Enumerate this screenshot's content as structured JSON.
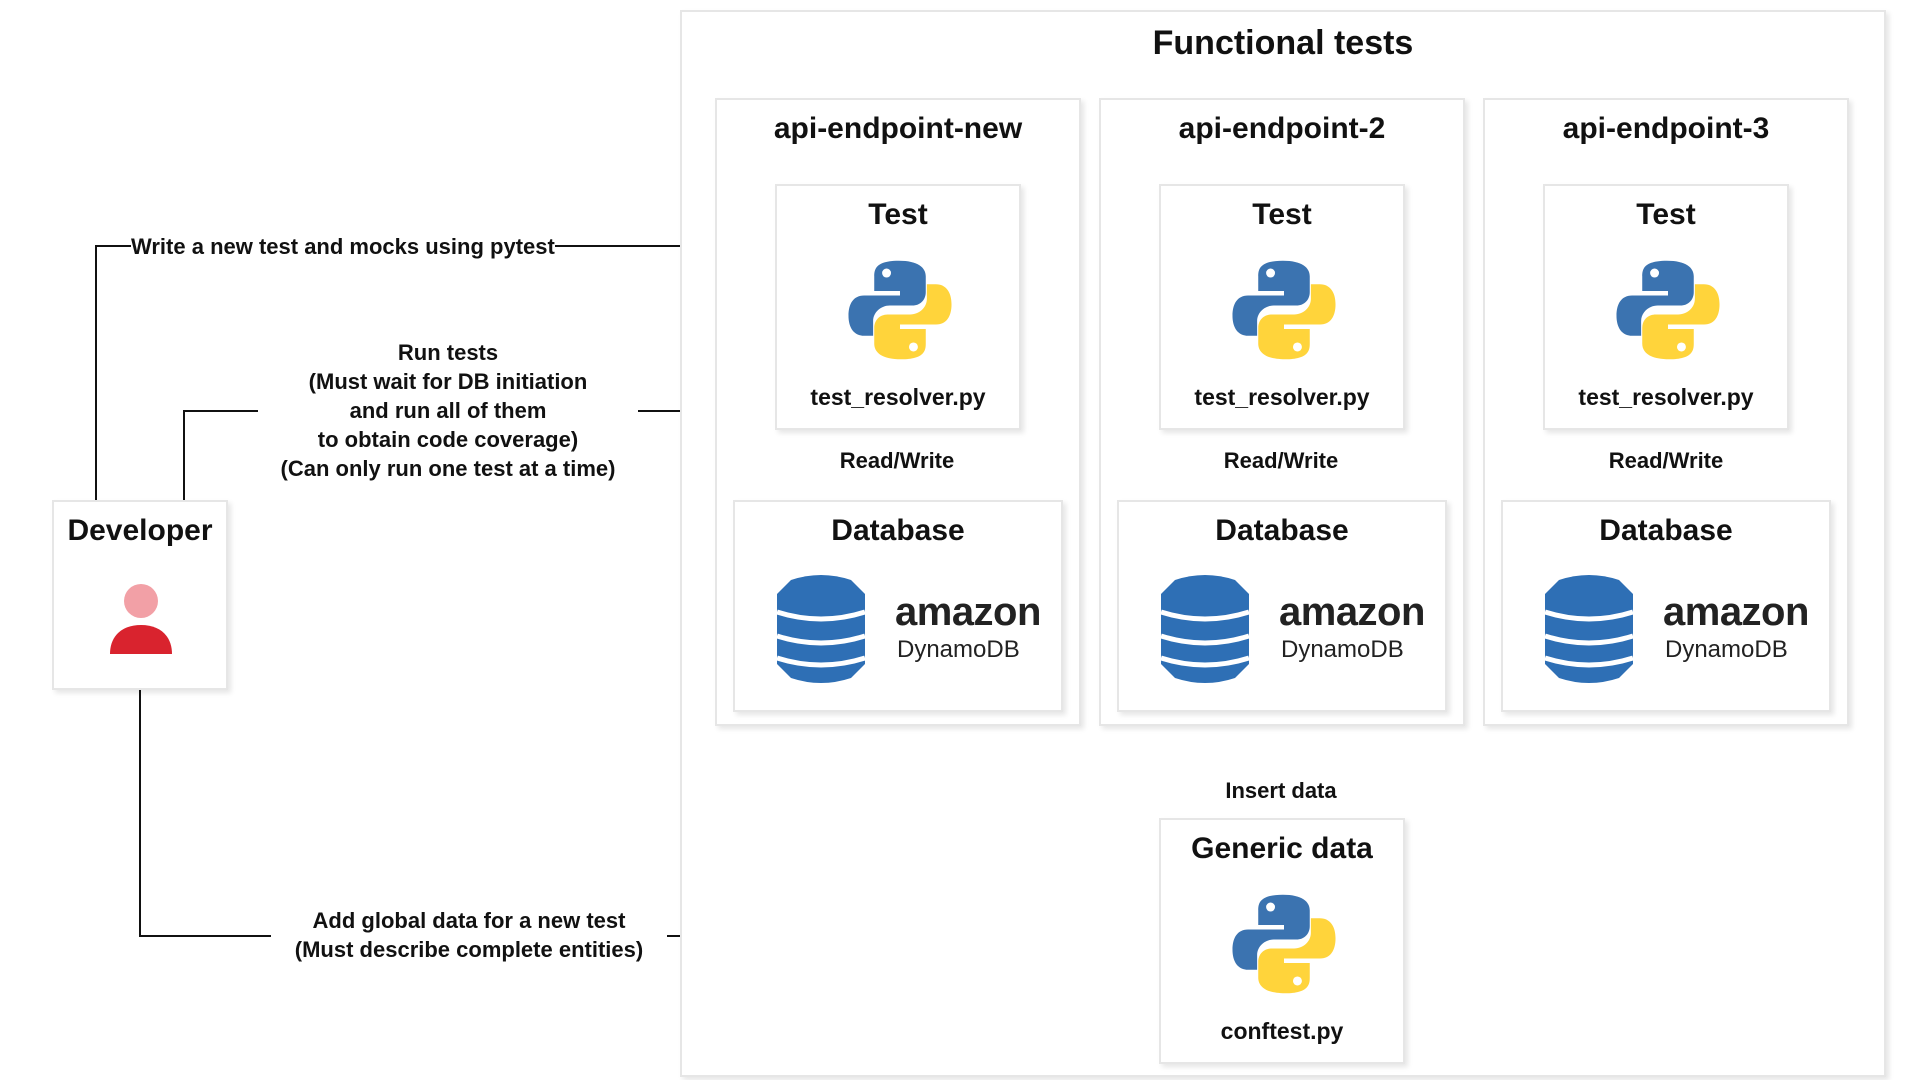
{
  "diagram": {
    "outer_title": "Functional tests",
    "endpoints": [
      {
        "name": "api-endpoint-new",
        "test_label": "Test",
        "test_file": "test_resolver.py",
        "rw_label": "Read/Write",
        "db_label": "Database",
        "db_brand": "amazon",
        "db_product": "DynamoDB"
      },
      {
        "name": "api-endpoint-2",
        "test_label": "Test",
        "test_file": "test_resolver.py",
        "rw_label": "Read/Write",
        "db_label": "Database",
        "db_brand": "amazon",
        "db_product": "DynamoDB"
      },
      {
        "name": "api-endpoint-3",
        "test_label": "Test",
        "test_file": "test_resolver.py",
        "rw_label": "Read/Write",
        "db_label": "Database",
        "db_brand": "amazon",
        "db_product": "DynamoDB"
      }
    ],
    "developer": {
      "label": "Developer",
      "icon": "person-icon"
    },
    "generic": {
      "title": "Generic data",
      "file": "conftest.py",
      "insert_label": "Insert data"
    },
    "edges": {
      "write_test": "Write a new test and mocks using pytest",
      "run_tests": [
        "Run tests",
        "(Must wait for DB initiation",
        "and run all of them",
        "to obtain code coverage)",
        "(Can only run one test at a time)"
      ],
      "add_global": [
        "Add global data for a new test",
        "(Must describe complete entities)"
      ]
    },
    "colors": {
      "python_blue": "#3b73b0",
      "python_yellow": "#ffd43b",
      "dynamo_blue": "#2e6fb5",
      "developer_head": "#f2a0a6",
      "developer_body": "#d9232e"
    }
  }
}
